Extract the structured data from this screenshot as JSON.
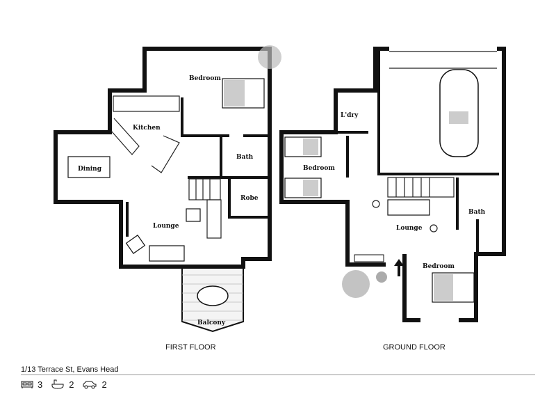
{
  "first_floor": {
    "title": "FIRST FLOOR",
    "rooms": {
      "bedroom": "Bedroom",
      "kitchen": "Kitchen",
      "dining": "Dining",
      "bath": "Bath",
      "robe": "Robe",
      "lounge": "Lounge",
      "balcony": "Balcony"
    }
  },
  "ground_floor": {
    "title": "GROUND FLOOR",
    "rooms": {
      "laundry": "L'dry",
      "bedroom_left": "Bedroom",
      "lounge": "Lounge",
      "bath": "Bath",
      "bedroom_right": "Bedroom"
    }
  },
  "address": "1/13 Terrace St, Evans Head",
  "features": {
    "bedrooms": "3",
    "bathrooms": "2",
    "car_spaces": "2"
  }
}
